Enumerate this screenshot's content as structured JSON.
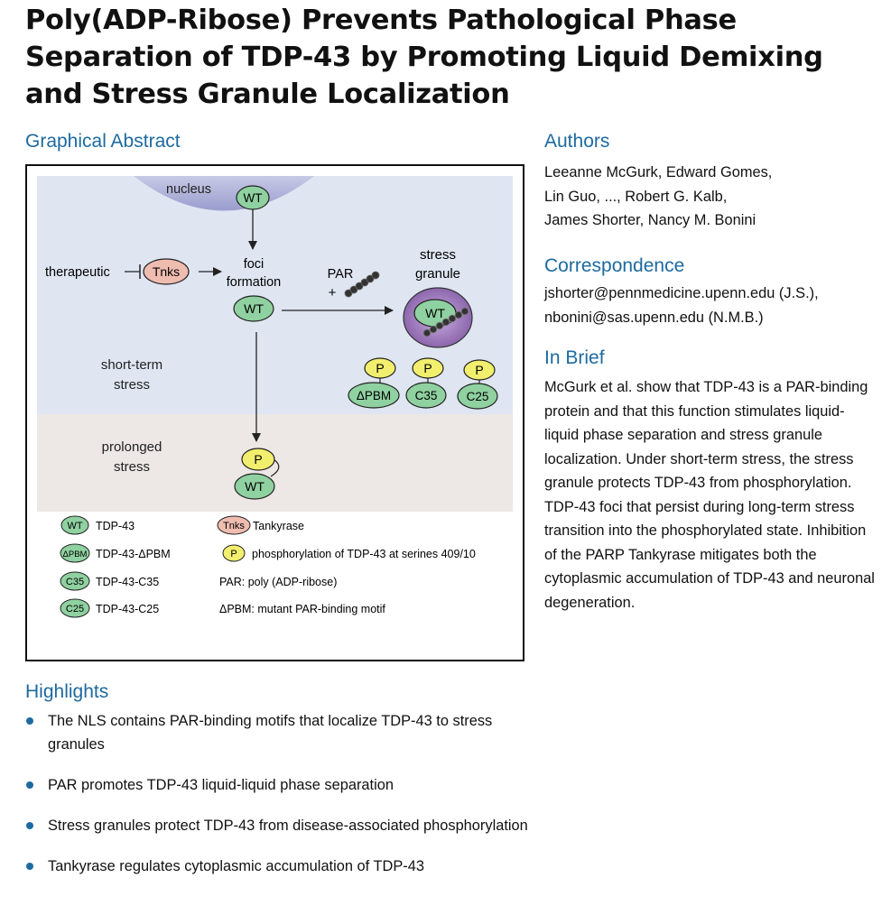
{
  "title": "Poly(ADP-Ribose) Prevents Pathological Phase Separation of TDP-43 by Promoting Liquid Demixing and Stress Granule Localization",
  "graphical_abstract": {
    "heading": "Graphical Abstract",
    "nucleus": "nucleus",
    "wt": "WT",
    "therapeutic": "therapeutic",
    "tnks": "Tnks",
    "foci_line1": "foci",
    "foci_line2": "formation",
    "par": "PAR",
    "plus": "+",
    "sg_line1": "stress",
    "sg_line2": "granule",
    "short_line1": "short-term",
    "short_line2": "stress",
    "prolonged_line1": "prolonged",
    "prolonged_line2": "stress",
    "p": "P",
    "dpbm": "ΔPBM",
    "c35": "C35",
    "c25": "C25",
    "legend": {
      "wt_desc": "TDP-43",
      "dpbm_desc": "TDP-43-ΔPBM",
      "c35_desc": "TDP-43-C35",
      "c25_desc": "TDP-43-C25",
      "tnks_desc": "Tankyrase",
      "p_desc": "phosphorylation of TDP-43 at serines 409/10",
      "par_desc": "PAR: poly (ADP-ribose)",
      "dpbm_def": "ΔPBM: mutant PAR-binding motif"
    },
    "colors": {
      "nucleus": "#b2b5d8",
      "short_term_bg": "#dfe6f2",
      "prolonged_bg": "#ede7e6",
      "wt_green": "#8fd1a0",
      "p_yellow": "#f2ef6e",
      "tnks_pink": "#efbcb0",
      "granule_purple": "#9a74b8"
    }
  },
  "authors": {
    "heading": "Authors",
    "lines": [
      "Leeanne McGurk, Edward Gomes,",
      "Lin Guo, ..., Robert G. Kalb,",
      "James Shorter, Nancy M. Bonini"
    ]
  },
  "correspondence": {
    "heading": "Correspondence",
    "lines": [
      "jshorter@pennmedicine.upenn.edu (J.S.),",
      "nbonini@sas.upenn.edu (N.M.B.)"
    ]
  },
  "in_brief": {
    "heading": "In Brief",
    "text": "McGurk et al. show that TDP-43 is a PAR-binding protein and that this function stimulates liquid-liquid phase separation and stress granule localization. Under short-term stress, the stress granule protects TDP-43 from phosphorylation. TDP-43 foci that persist during long-term stress transition into the phosphorylated state. Inhibition of the PARP Tankyrase mitigates both the cytoplasmic accumulation of TDP-43 and neuronal degeneration."
  },
  "highlights": {
    "heading": "Highlights",
    "items": [
      "The NLS contains PAR-binding motifs that localize TDP-43 to stress granules",
      "PAR promotes TDP-43 liquid-liquid phase separation",
      "Stress granules protect TDP-43 from disease-associated phosphorylation",
      "Tankyrase regulates cytoplasmic accumulation of TDP-43"
    ]
  }
}
